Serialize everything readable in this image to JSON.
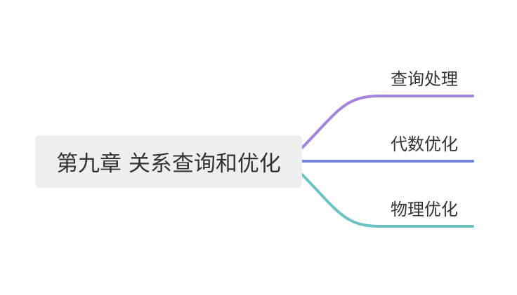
{
  "root": {
    "label": "第九章 关系查询和优化"
  },
  "branches": [
    {
      "label": "查询处理",
      "color": "#a384dc"
    },
    {
      "label": "代数优化",
      "color": "#7483dc"
    },
    {
      "label": "物理优化",
      "color": "#6cc3c4"
    }
  ]
}
